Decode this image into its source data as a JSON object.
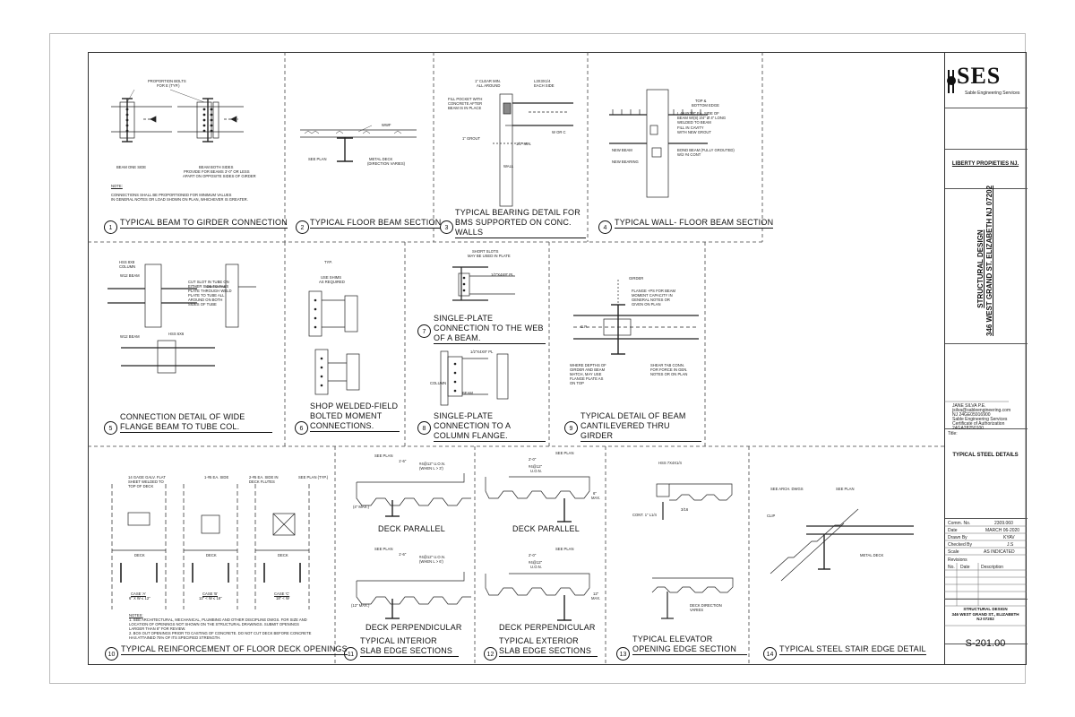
{
  "company": {
    "logo": "SES",
    "name": "Sable Engineering Services"
  },
  "client": "LIBERTY PROPIETIES NJ.",
  "project": {
    "line1": "STRUCTURAL DESIGN",
    "line2": "346 WEST GRAND ST. ELIZABETH NJ 07202"
  },
  "engineer": {
    "lines": [
      "JANE SILVA P.E.",
      "jsilva@sableengineering.com",
      "NJ 24GE05916900",
      "Sable Engineering Services",
      "Certificate of Authorization",
      "24GA28250100"
    ]
  },
  "title_label": "Title:",
  "drawing_title": "TYPICAL STEEL DETAILS",
  "info": [
    {
      "k": "Comm. No.",
      "v": "2309.060"
    },
    {
      "k": "Date",
      "v": "MARCH 06-2020"
    },
    {
      "k": "Drawn By",
      "v": "KYAV"
    },
    {
      "k": "Checked By",
      "v": "J.S"
    },
    {
      "k": "Scale",
      "v": "AS INDICATED"
    }
  ],
  "revisions": {
    "label": "Revisions",
    "cols": [
      "No.",
      "Date",
      "Description"
    ]
  },
  "footer": {
    "line1": "STRUCTURAL DESIGN",
    "line2": "346 WEST GRAND ST., ELIZABETH",
    "line3": "NJ 07202"
  },
  "sheet_no": "S-201.00",
  "details": [
    {
      "num": "1",
      "title": "TYPICAL BEAM TO GIRDER CONNECTION"
    },
    {
      "num": "2",
      "title": "TYPICAL FLOOR BEAM SECTION"
    },
    {
      "num": "3",
      "title": "TYPICAL BEARING DETAIL FOR BMS SUPPORTED ON CONC. WALLS"
    },
    {
      "num": "4",
      "title": "TYPICAL WALL- FLOOR BEAM SECTION"
    },
    {
      "num": "5",
      "title": "CONNECTION DETAIL OF WIDE FLANGE BEAM TO TUBE COL."
    },
    {
      "num": "6",
      "title": "SHOP WELDED-FIELD BOLTED MOMENT CONNECTIONS."
    },
    {
      "num": "7",
      "title": "SINGLE-PLATE CONNECTION TO THE WEB OF A BEAM."
    },
    {
      "num": "8",
      "title": "SINGLE-PLATE CONNECTION TO A COLUMN FLANGE."
    },
    {
      "num": "9",
      "title": "TYPICAL DETAIL OF BEAM CANTILEVERED THRU GIRDER"
    },
    {
      "num": "10",
      "title": "TYPICAL REINFORCEMENT OF FLOOR DECK OPENINGS"
    },
    {
      "num": "11",
      "title": "TYPICAL INTERIOR SLAB EDGE SECTIONS"
    },
    {
      "num": "12",
      "title": "TYPICAL EXTERIOR SLAB EDGE SECTIONS"
    },
    {
      "num": "13",
      "title": "TYPICAL ELEVATOR OPENING EDGE SECTION"
    },
    {
      "num": "14",
      "title": "TYPICAL STEEL STAIR EDGE DETAIL"
    }
  ],
  "subtitles": {
    "deck_parallel": "DECK PARALLEL",
    "deck_perpendicular": "DECK PERPENDICULAR"
  },
  "notes": {
    "d1_labels": [
      "PROPORTION BOLTS",
      "FOR e (TYP.)",
      "BEAM ONE SIDE",
      "BEAM BOTH SIDES",
      "PROVIDE FOR BEAMS 3'-0\" OR LESS",
      "APART ON OPPOSITE SIDES OF GIRDER"
    ],
    "d1_note_head": "NOTE:",
    "d1_note": [
      "CONNECTIONS SHALL BE PROPORTIONED FOR MINIMUM VALUES",
      "IN GENERAL NOTES OR LOAD SHOWN ON PLAN, WHICHEVER IS GREATER."
    ],
    "d2_labels": [
      "WWF",
      "SEE PLAN",
      "METAL DECK",
      "(DIRECTION VARIES)"
    ],
    "d3_labels": [
      "1\" CLEAR MIN.",
      "ALL AROUND",
      "L3x3x1/4",
      "EACH SIDE",
      "FILL POCKET WITH",
      "CONCRETE AFTER",
      "BEAM IS IN PLACE",
      "1\" GROUT",
      "1/2\" MIN.",
      "W OR C",
      "WALL"
    ],
    "d4_labels": [
      "TOP &",
      "BOTTOM EDGE",
      "L 4X4X3/8\" EA. SIDE OF",
      "BEAM W/(8) 3/4\" Ø 4\" LONG",
      "WELDED TO BEAM",
      "FILL IN CAVITY",
      "WITH NEW GROUT",
      "NEW BEAM",
      "NEW BEARING",
      "BOND BEAM (FULLY GROUTED)",
      "W/2 #4 CONT"
    ],
    "d5_labels": [
      "HSS 8x8",
      "COLUMN",
      "W12 BEAM",
      "CUT SLOT IN TUBE ON",
      "EITHER SIDE TO PASS",
      "PLATE THROUGH WELD",
      "PLATE TO TUBE ALL",
      "AROUND ON BOTH",
      "SIDES OF TUBE",
      "W12 BEAM",
      "HSS 6x6"
    ],
    "d6_labels": [
      "TYP.",
      "USE SHIMS",
      "AS REQUIRED"
    ],
    "d7_labels": [
      "SHORT SLOTS",
      "MAY BE USED IN PLATE",
      "1/2\"x4x9\" PL"
    ],
    "d8_labels": [
      "1/2\"x4x9\" PL",
      "COLUMN",
      "BEAM"
    ],
    "d9_labels": [
      "GIRDER",
      "FLANGE +PS FOR BEAM",
      "MOMENT CAPACITY IN",
      "GENERAL NOTES OR",
      "GIVEN ON PLAN",
      "C.P.",
      "WHERE DEPTHS OF",
      "GIRDER AND BEAM",
      "MATCH, MAY USE",
      "FLANGE PLATE AS",
      "ON TOP",
      "SHEAR TAB CONN.",
      "FOR FORCE IN GEN.",
      "NOTES OR  ON PLAN"
    ],
    "d10_labels": [
      "14 GAGE GALV. FLAT",
      "SHEET WELDED TO",
      "TOP OF DECK",
      "1-#5 EA. SIDE",
      "2-#5 EA. SIDE IN",
      "DECK FLUTES",
      "SEE PLAN (TYP.)",
      "DECK",
      "DECK",
      "DECK",
      "CASE 'A'",
      "6\" x W ≤ 12\"",
      "CASE 'B'",
      "12\" < W ≤ 18\"",
      "CASE 'C'",
      "18\" < W"
    ],
    "d10_notes_head": "NOTES:",
    "d10_notes": [
      "1. SEE ARCHITECTURAL, MECHANICAL, PLUMBING AND OTHER DISCIPLINE DWGS. FOR SIZE AND",
      "   LOCATION OF OPENINGS NOT SHOWN ON THE STRUCTURAL DRAWINGS. SUBMIT OPENINGS",
      "   LARGER THAN 8\" FOR REVIEW.",
      "2. BOX OUT OPENINGS PRIOR TO CASTING OF CONCRETE. DO NOT CUT DECK BEFORE CONCRETE",
      "   HAS ATTAINED 75% OF ITS SPECIFIED STRENGTH."
    ],
    "d11_labels": [
      "SEE PLAN",
      "1'-6\"",
      "#4@12\" U.O.N.",
      "(WHEN L > 3')",
      "(4\" MAX.)",
      "SEE PLAN",
      "1'-6\"",
      "#4@12\" U.O.N.",
      "(WHEN L > 6')",
      "(12\" MAX.)"
    ],
    "d12_labels": [
      "SEE PLAN",
      "2'-0\"",
      "#4@12\"",
      "U.O.N.",
      "6\"",
      "MAX.",
      "SEE PLAN",
      "2'-0\"",
      "#4@12\"",
      "U.O.N.",
      "12\"",
      "MAX."
    ],
    "d13_labels": [
      "HSS 7x4x1/4",
      "CONT. 1\" L1/4",
      "3/16",
      "DECK DIRECTION",
      "VARIES"
    ],
    "d14_labels": [
      "SEE ARCH. DWGS",
      "SEE PLAN",
      "CLIP",
      "METAL DECK"
    ]
  }
}
